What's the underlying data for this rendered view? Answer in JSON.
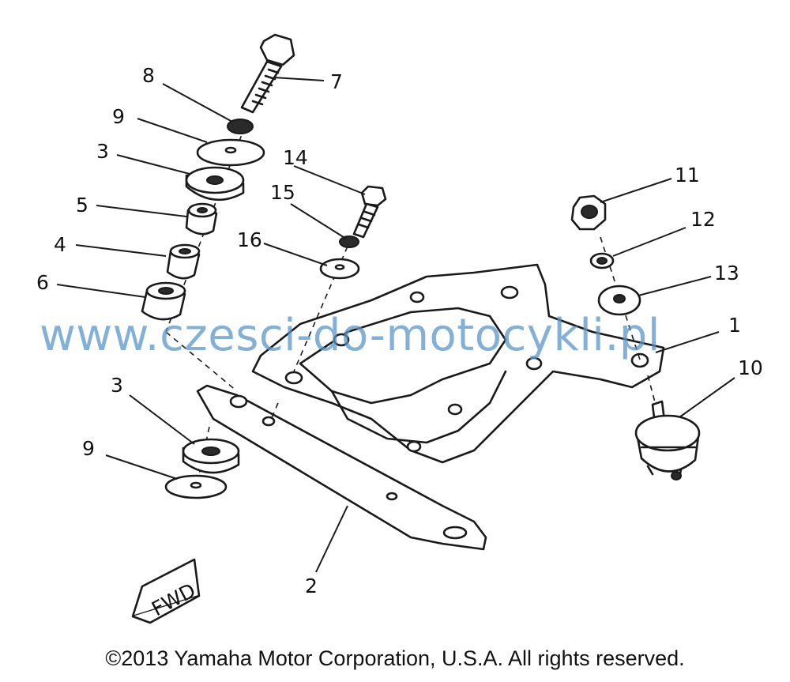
{
  "diagram": {
    "callouts": {
      "c1": "1",
      "c2": "2",
      "c3a": "3",
      "c3b": "3",
      "c4": "4",
      "c5": "5",
      "c6": "6",
      "c7": "7",
      "c8": "8",
      "c9a": "9",
      "c9b": "9",
      "c10": "10",
      "c11": "11",
      "c12": "12",
      "c13": "13",
      "c14": "14",
      "c15": "15",
      "c16": "16"
    },
    "fwd_label": "FWD",
    "watermark": "www.czesci-do-motocykli.pl",
    "copyright": "©2013 Yamaha Motor Corporation, U.S.A. All rights reserved."
  }
}
